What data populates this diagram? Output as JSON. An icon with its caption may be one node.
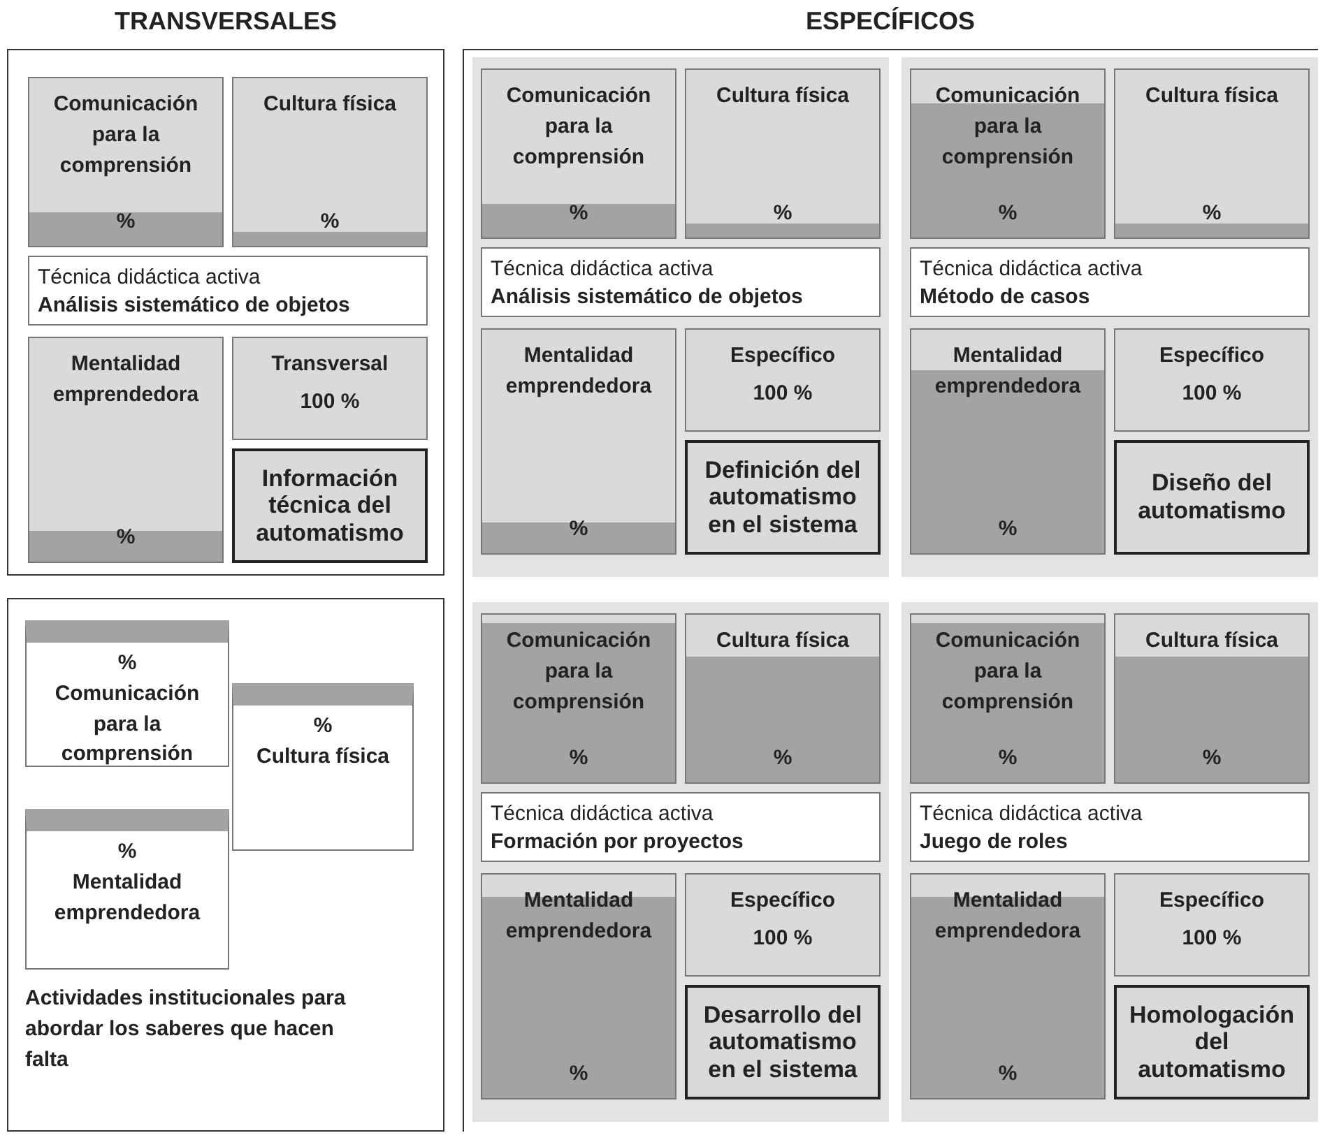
{
  "diagram": {
    "nodes": [
      {
        "text": [
          "TRANSVERSALES"
        ]
      },
      {
        "text": [
          "Comunicación para la comprensión",
          "%"
        ],
        "in": 0
      },
      {
        "text": [
          "Cultura física",
          "%"
        ],
        "in": 0
      },
      {
        "text": [
          "Técnica didáctica activa",
          "Análisis sistemático de objetos"
        ],
        "in": 0
      },
      {
        "text": [
          "Mentalidad emprendedora",
          "%"
        ],
        "in": 0
      },
      {
        "text": [
          "Transversal",
          "100 %"
        ],
        "in": 0
      },
      {
        "text": [
          "Información técnica del automatismo"
        ],
        "in": 0
      },
      {
        "text": [
          "Actividades institucionales para abordar los saberes que hacen falta"
        ]
      },
      {
        "text": [
          "%",
          "Comunicación para la comprensión"
        ],
        "in": 7
      },
      {
        "text": [
          "%",
          "Cultura física"
        ],
        "in": 7
      },
      {
        "text": [
          "%",
          "Mentalidad emprendedora"
        ],
        "in": 7
      },
      {
        "text": [
          "ESPECÍFICOS"
        ]
      },
      {
        "text": [],
        "shape": "box",
        "in": 11
      },
      {
        "text": [
          "Comunicación para la comprensión",
          "%"
        ],
        "in": 12
      },
      {
        "text": [
          "Cultura física",
          "%"
        ],
        "in": 12
      },
      {
        "text": [
          "Técnica didáctica activa",
          "Análisis sistemático de objetos"
        ],
        "in": 12
      },
      {
        "text": [
          "Mentalidad emprendedora",
          "%"
        ],
        "in": 12
      },
      {
        "text": [
          "Específico",
          "100 %"
        ],
        "in": 12
      },
      {
        "text": [
          "Definición del automatismo en el sistema"
        ],
        "in": 12
      },
      {
        "text": [],
        "shape": "box",
        "in": 11
      },
      {
        "text": [
          "Comunicación para la comprensión",
          "%"
        ],
        "in": 19
      },
      {
        "text": [
          "Cultura física",
          "%"
        ],
        "in": 19
      },
      {
        "text": [
          "Técnica didáctica activa",
          "Método de casos"
        ],
        "in": 19
      },
      {
        "text": [
          "Mentalidad emprendedora",
          "%"
        ],
        "in": 19
      },
      {
        "text": [
          "Específico",
          "100 %"
        ],
        "in": 19
      },
      {
        "text": [
          "Diseño del automatismo"
        ],
        "in": 19
      },
      {
        "text": [],
        "shape": "box",
        "in": 11
      },
      {
        "text": [
          "Comunicación para la comprensión",
          "%"
        ],
        "in": 26
      },
      {
        "text": [
          "Cultura física",
          "%"
        ],
        "in": 26
      },
      {
        "text": [
          "Técnica didáctica activa",
          "Formación por proyectos"
        ],
        "in": 26
      },
      {
        "text": [
          "Mentalidad emprendedora",
          "%"
        ],
        "in": 26
      },
      {
        "text": [
          "Específico",
          "100 %"
        ],
        "in": 26
      },
      {
        "text": [
          "Desarrollo del automatismo en el sistema"
        ],
        "in": 26
      },
      {
        "text": [],
        "shape": "box",
        "in": 11
      },
      {
        "text": [
          "Comunicación para la comprensión",
          "%"
        ],
        "in": 33
      },
      {
        "text": [
          "Cultura física",
          "%"
        ],
        "in": 33
      },
      {
        "text": [
          "Técnica didáctica activa",
          "Juego de roles"
        ],
        "in": 33
      },
      {
        "text": [
          "Mentalidad emprendedora",
          "%"
        ],
        "in": 33
      },
      {
        "text": [
          "Específico",
          "100 %"
        ],
        "in": 33
      },
      {
        "text": [
          "Homologación del automatismo"
        ],
        "in": 33
      }
    ]
  }
}
